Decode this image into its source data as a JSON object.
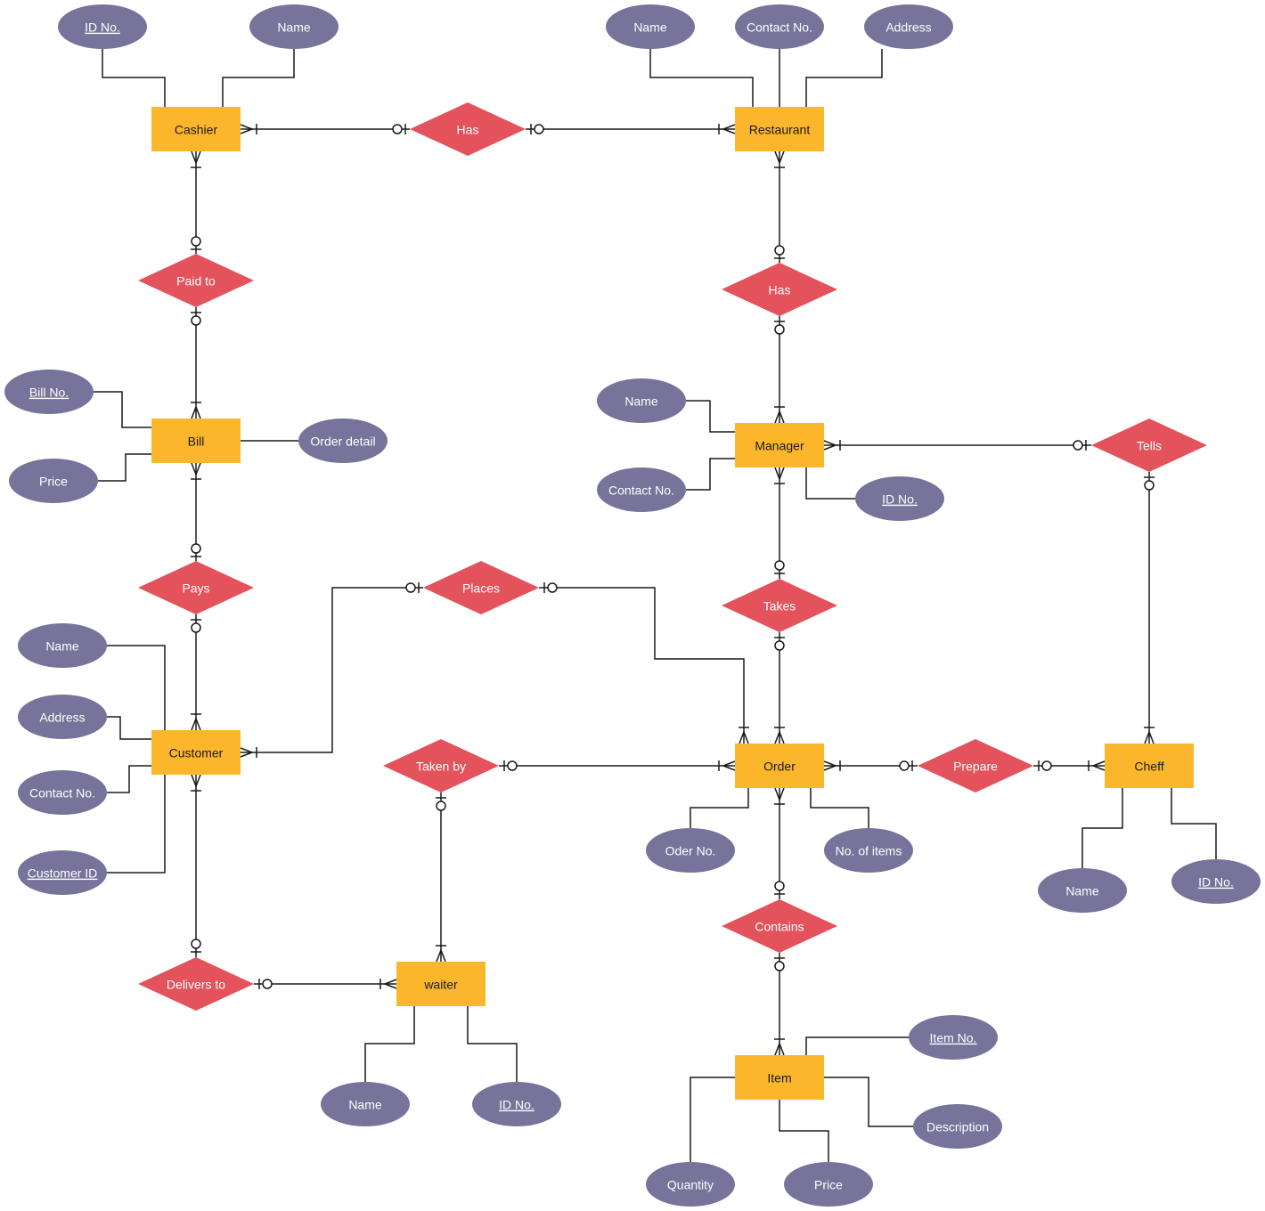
{
  "entities": {
    "cashier": "Cashier",
    "restaurant": "Restaurant",
    "bill": "Bill",
    "manager": "Manager",
    "customer": "Customer",
    "order": "Order",
    "cheff": "Cheff",
    "waiter": "waiter",
    "item": "Item"
  },
  "relationships": {
    "has_cashier_restaurant": "Has",
    "paid_to": "Paid to",
    "has_restaurant_manager": "Has",
    "tells": "Tells",
    "pays": "Pays",
    "places": "Places",
    "takes": "Takes",
    "taken_by": "Taken by",
    "prepare": "Prepare",
    "contains": "Contains",
    "delivers_to": "Delivers to"
  },
  "attributes": {
    "cashier_id": "ID No.",
    "cashier_name": "Name",
    "restaurant_name": "Name",
    "restaurant_contact": "Contact No.",
    "restaurant_address": "Address",
    "bill_no": "Bill No.",
    "bill_price": "Price",
    "bill_order_detail": "Order detail",
    "manager_name": "Name",
    "manager_contact": "Contact No.",
    "manager_id": "ID No.",
    "customer_name": "Name",
    "customer_address": "Address",
    "customer_contact": "Contact No.",
    "customer_id": "Customer ID",
    "order_no": "Oder No.",
    "order_items": "No. of items",
    "cheff_name": "Name",
    "cheff_id": "ID No.",
    "waiter_name": "Name",
    "waiter_id": "ID No.",
    "item_no": "Item No.",
    "item_description": "Description",
    "item_quantity": "Quantity",
    "item_price": "Price"
  },
  "colors": {
    "entity": "#fbb62b",
    "relationship": "#e4525b",
    "attribute": "#77739a",
    "line": "#1a1a1a"
  }
}
